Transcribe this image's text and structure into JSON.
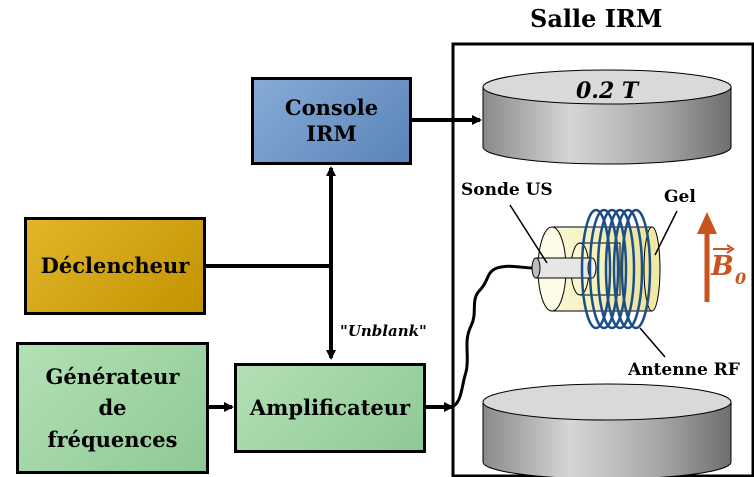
{
  "room": {
    "title": "Salle IRM"
  },
  "console": {
    "line1": "Console",
    "line2": "IRM"
  },
  "trigger": {
    "label": "Déclencheur"
  },
  "generator": {
    "line1": "Générateur",
    "line2": "de",
    "line3": "fréquences"
  },
  "amplifier": {
    "label": "Amplificateur"
  },
  "unblank": {
    "label": "\"Unblank\""
  },
  "magnet": {
    "field_label": "0.2 T"
  },
  "probe": {
    "label": "Sonde US"
  },
  "gel": {
    "label": "Gel"
  },
  "antenna": {
    "label": "Antenne RF"
  },
  "field": {
    "symbol": "B",
    "subscript": "0"
  },
  "colors": {
    "console_fill": "#6c95c6",
    "trigger_fill": "#d5a512",
    "generator_fill": "#9fd5a5",
    "amplifier_fill": "#9fd5a5",
    "arrow_b0": "#c8531c",
    "coil": "#1d4f86",
    "gel": "#f4f1b3"
  }
}
